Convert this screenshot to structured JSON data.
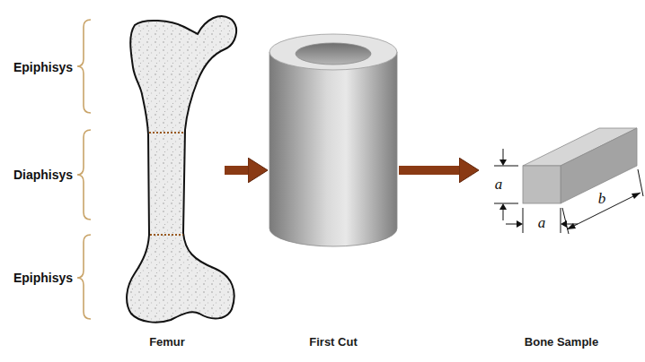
{
  "diagram": {
    "nodes": [
      {
        "text": [
          "Femur"
        ]
      },
      {
        "text": [
          "First Cut"
        ]
      },
      {
        "text": [
          "Bone Sample"
        ]
      }
    ],
    "edges": [
      {
        "from": 0,
        "to": 1,
        "arrow": "to"
      },
      {
        "from": 1,
        "to": 2,
        "arrow": "to"
      }
    ],
    "labels": [
      "Epiphisys",
      "Diaphisys",
      "Epiphisys",
      "a",
      "a",
      "b"
    ]
  }
}
